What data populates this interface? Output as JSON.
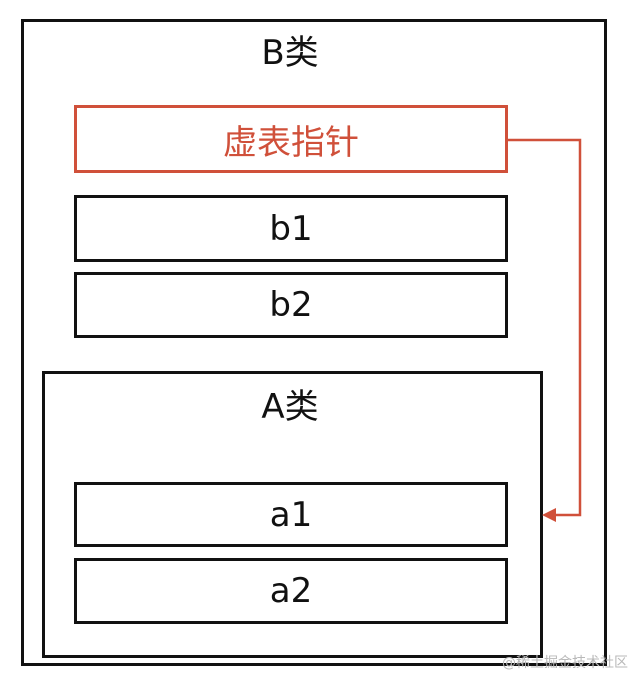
{
  "class_b": {
    "title": "B类",
    "fields": {
      "vptr": "虚表指针",
      "b1": "b1",
      "b2": "b2"
    }
  },
  "class_a": {
    "title": "A类",
    "fields": {
      "a1": "a1",
      "a2": "a2"
    }
  },
  "watermark": "@稀土掘金技术社区",
  "colors": {
    "border": "#111111",
    "pointer": "#d0503a",
    "watermark": "#b9b9b9"
  }
}
